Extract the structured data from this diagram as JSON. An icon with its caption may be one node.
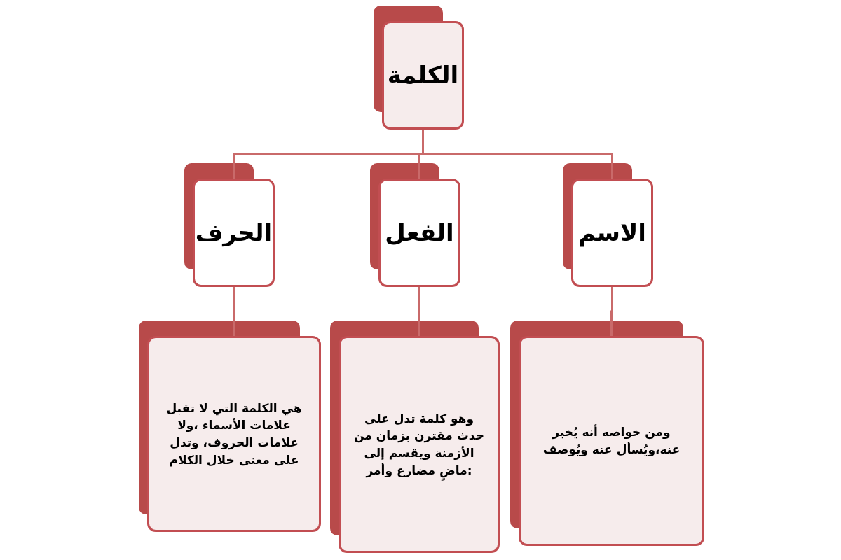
{
  "diagram": {
    "nodes": [
      {
        "text": [
          "الكلمة"
        ]
      },
      {
        "text": [
          "الاسم"
        ]
      },
      {
        "text": [
          "الفعل"
        ]
      },
      {
        "text": [
          "الحرف"
        ]
      },
      {
        "text": [
          "ومن خواصه أنه يُخبر عنه،ويُسأل عنه ويُوصف"
        ]
      },
      {
        "text": [
          "وهو كلمة تدل على حدث مقترن بزمان من الأزمنة ويقسم إلى :ماضٍ مضارع وأمر"
        ]
      },
      {
        "text": [
          "هي الكلمة التي لا تقبل علامات الأسماء ،ولا علامات الحروف، وتدل على معنى خلال الكلام"
        ]
      }
    ],
    "edges": [
      {
        "from": 0,
        "to": 1,
        "arrow": "none"
      },
      {
        "from": 0,
        "to": 2,
        "arrow": "none"
      },
      {
        "from": 0,
        "to": 3,
        "arrow": "none"
      },
      {
        "from": 1,
        "to": 4,
        "arrow": "none"
      },
      {
        "from": 2,
        "to": 5,
        "arrow": "none"
      },
      {
        "from": 3,
        "to": 6,
        "arrow": "none"
      }
    ]
  }
}
